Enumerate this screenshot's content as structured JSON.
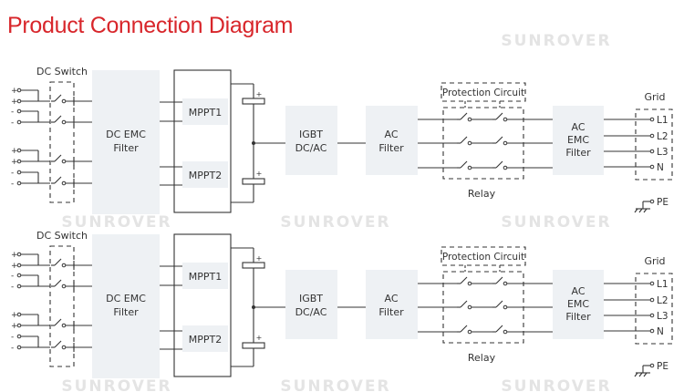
{
  "title": "Product Connection Diagram",
  "watermark": "SUNROVER",
  "diagrams": [
    {
      "dc_switch": "DC Switch",
      "dc_emc_filter": [
        "DC EMC",
        "Filter"
      ],
      "mppt1": "MPPT1",
      "mppt2": "MPPT2",
      "igbt": [
        "IGBT",
        "DC/AC"
      ],
      "ac_filter": [
        "AC",
        "Filter"
      ],
      "protection_circuit": "Protection Circuit",
      "relay": "Relay",
      "ac_emc_filter": [
        "AC",
        "EMC",
        "Filter"
      ],
      "grid": "Grid",
      "grid_lines": [
        "L1",
        "L2",
        "L3",
        "N"
      ],
      "pe": "PE",
      "inputs": [
        "+",
        "+",
        "-",
        "-",
        "+",
        "+",
        "-",
        "-"
      ]
    },
    {
      "dc_switch": "DC Switch",
      "dc_emc_filter": [
        "DC EMC",
        "Filter"
      ],
      "mppt1": "MPPT1",
      "mppt2": "MPPT2",
      "igbt": [
        "IGBT",
        "DC/AC"
      ],
      "ac_filter": [
        "AC",
        "Filter"
      ],
      "protection_circuit": "Protection Circuit",
      "relay": "Relay",
      "ac_emc_filter": [
        "AC",
        "EMC",
        "Filter"
      ],
      "grid": "Grid",
      "grid_lines": [
        "L1",
        "L2",
        "L3",
        "N"
      ],
      "pe": "PE",
      "inputs": [
        "+",
        "+",
        "-",
        "-",
        "+",
        "+",
        "-",
        "-"
      ]
    }
  ],
  "colors": {
    "title": "#d8262b",
    "box_fill": "#eef1f4",
    "line": "#333333"
  }
}
